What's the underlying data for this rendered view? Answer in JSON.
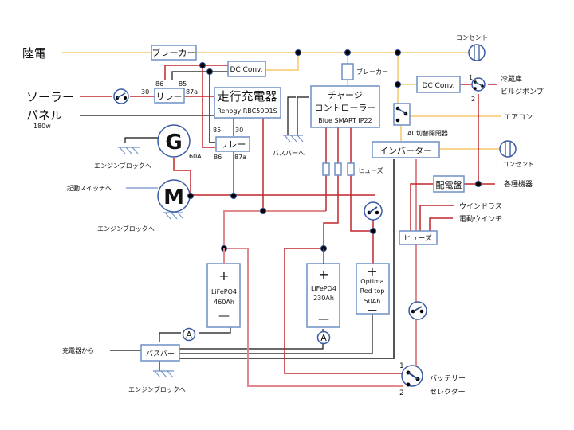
{
  "title": "Boat electrical wiring diagram",
  "labels": {
    "shore_power": "陸電",
    "solar_1": "ソーラー",
    "solar_2": "パネル",
    "solar_watt": "180w",
    "alternator": "G",
    "alternator_amp": "60A",
    "starter": "M",
    "engine_block_1": "エンジンブロックへ",
    "engine_block_2": "エンジンブロックへ",
    "engine_block_3": "エンジンブロックへ",
    "start_switch": "起動スイッチへ",
    "from_charger": "充電器から",
    "to_busbar": "バスバーへ",
    "outlet_top": "コンセント",
    "outlet_mid": "コンセント",
    "fridge": "冷蔵庫",
    "bilge_pump": "ビルジポンプ",
    "aircon": "エアコン",
    "ac_switch": "AC切替開閉器",
    "various": "各種機器",
    "windlass": "ウインドラス",
    "winch": "電動ウインチ",
    "battery_selector_1": "バッテリー",
    "battery_selector_2": "セレクター",
    "fuse_label": "ヒューズ",
    "selector_pos1": "1",
    "selector_pos2": "2",
    "dc_selector_pos1": "1",
    "dc_selector_pos2": "2"
  },
  "boxes": {
    "breaker_main": "ブレーカー",
    "breaker_cc": "ブレーカー",
    "dc_conv_left": "DC Conv.",
    "dc_conv_right": "DC Conv.",
    "relay_top": "リレー",
    "relay_bottom": "リレー",
    "dc_dc_charger_title": "走行充電器",
    "dc_dc_charger_model": "Renogy RBC50D1S",
    "charge_controller_1": "チャージ",
    "charge_controller_2": "コントローラー",
    "charge_controller_model": "Blue SMART IP22",
    "inverter": "インバーター",
    "distribution_panel": "配電盤",
    "fuse_box": "ヒューズ",
    "busbar": "バスバー"
  },
  "relay_pins": {
    "top": {
      "p30": "30",
      "p86": "86",
      "p85": "85",
      "p87a": "87a"
    },
    "bottom": {
      "p85": "85",
      "p30": "30",
      "p86": "86",
      "p87a": "87a"
    }
  },
  "batteries": [
    {
      "name": "lifepo4-460",
      "plus": "+",
      "minus": "—",
      "chem": "LiFePO4",
      "cap": "460Ah"
    },
    {
      "name": "lifepo4-230",
      "plus": "+",
      "minus": "—",
      "chem": "LiFePO4",
      "cap": "230Ah"
    },
    {
      "name": "optima",
      "plus": "+",
      "minus": "—",
      "chem": "Optima",
      "chem2": "Red top",
      "cap": "50Ah"
    }
  ],
  "ammeter_symbol": "A",
  "colors": {
    "ac_wire": "#f5c76b",
    "dc_positive": "#c0272d",
    "dc_positive_main": "#e08a8e",
    "negative": "#111111",
    "box_border": "#6f8fc7"
  }
}
